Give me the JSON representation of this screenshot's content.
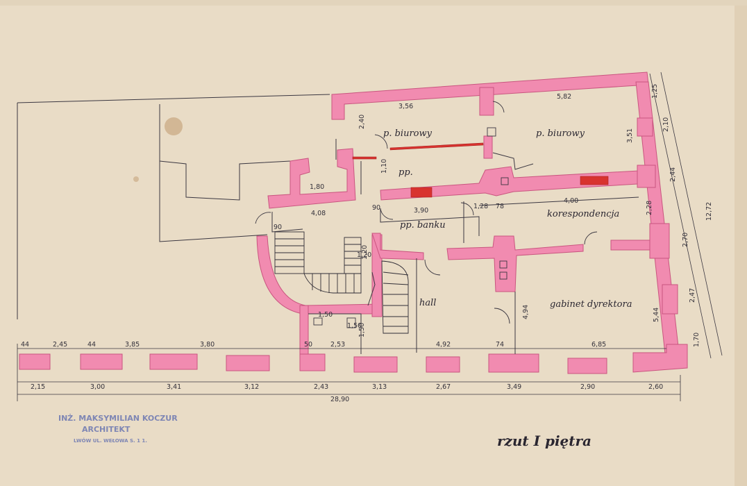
{
  "drawing": {
    "title": "rzut I piętra",
    "stamp": {
      "line1": "INŻ. MAKSYMILIAN KOCZUR",
      "line2": "ARCHITEKT",
      "line3": "LWÓW UL. WEŁOWA S. 1 1."
    },
    "colors": {
      "paper": "#e9dcc6",
      "wall_fill": "#f18bb0",
      "wall_stroke": "#c9557f",
      "new_wall": "#d8332f",
      "ink": "#2a2630",
      "stamp": "#7e86b4"
    },
    "rooms": {
      "office_left": "p. biurowy",
      "office_right": "p. biurowy",
      "anteroom": "pp.",
      "bank_anteroom": "pp. banku",
      "correspondence": "korespondencja",
      "hall": "hall",
      "director_office": "gabinet dyrektora"
    },
    "dimensions": {
      "top_row": [
        "2,45",
        "3,85",
        "3,80",
        "2,53",
        "4,92",
        "6,85"
      ],
      "pier_marks": [
        "44",
        "44",
        "50",
        "74"
      ],
      "bottom_row": [
        "2,15",
        "3,00",
        "3,41",
        "3,12",
        "2,43",
        "3,13",
        "2,67",
        "3,49",
        "2,90",
        "2,60"
      ],
      "total_width": "28,90",
      "office_widths": [
        "3,56",
        "5,82"
      ],
      "office_left_depth": "2,40",
      "office_right_depth": "3,51",
      "anteroom_width": "1,10",
      "bank_row": [
        "4,08",
        "90",
        "3,90",
        "1,28",
        "78"
      ],
      "correspondence_width": "4,00",
      "small_room_width": "1,80",
      "right_depths": [
        "1,25",
        "2,10",
        "2,44",
        "2,28",
        "2,70",
        "2,47",
        "1,70"
      ],
      "overall_depth": "12,72",
      "director_depth": "4,94",
      "director_depth_right": "5,44",
      "stair_marks": [
        "1,20",
        "90",
        "1,50"
      ],
      "wc_marks": [
        "1,50",
        "1,50"
      ],
      "bath_mark": "1,20"
    }
  }
}
